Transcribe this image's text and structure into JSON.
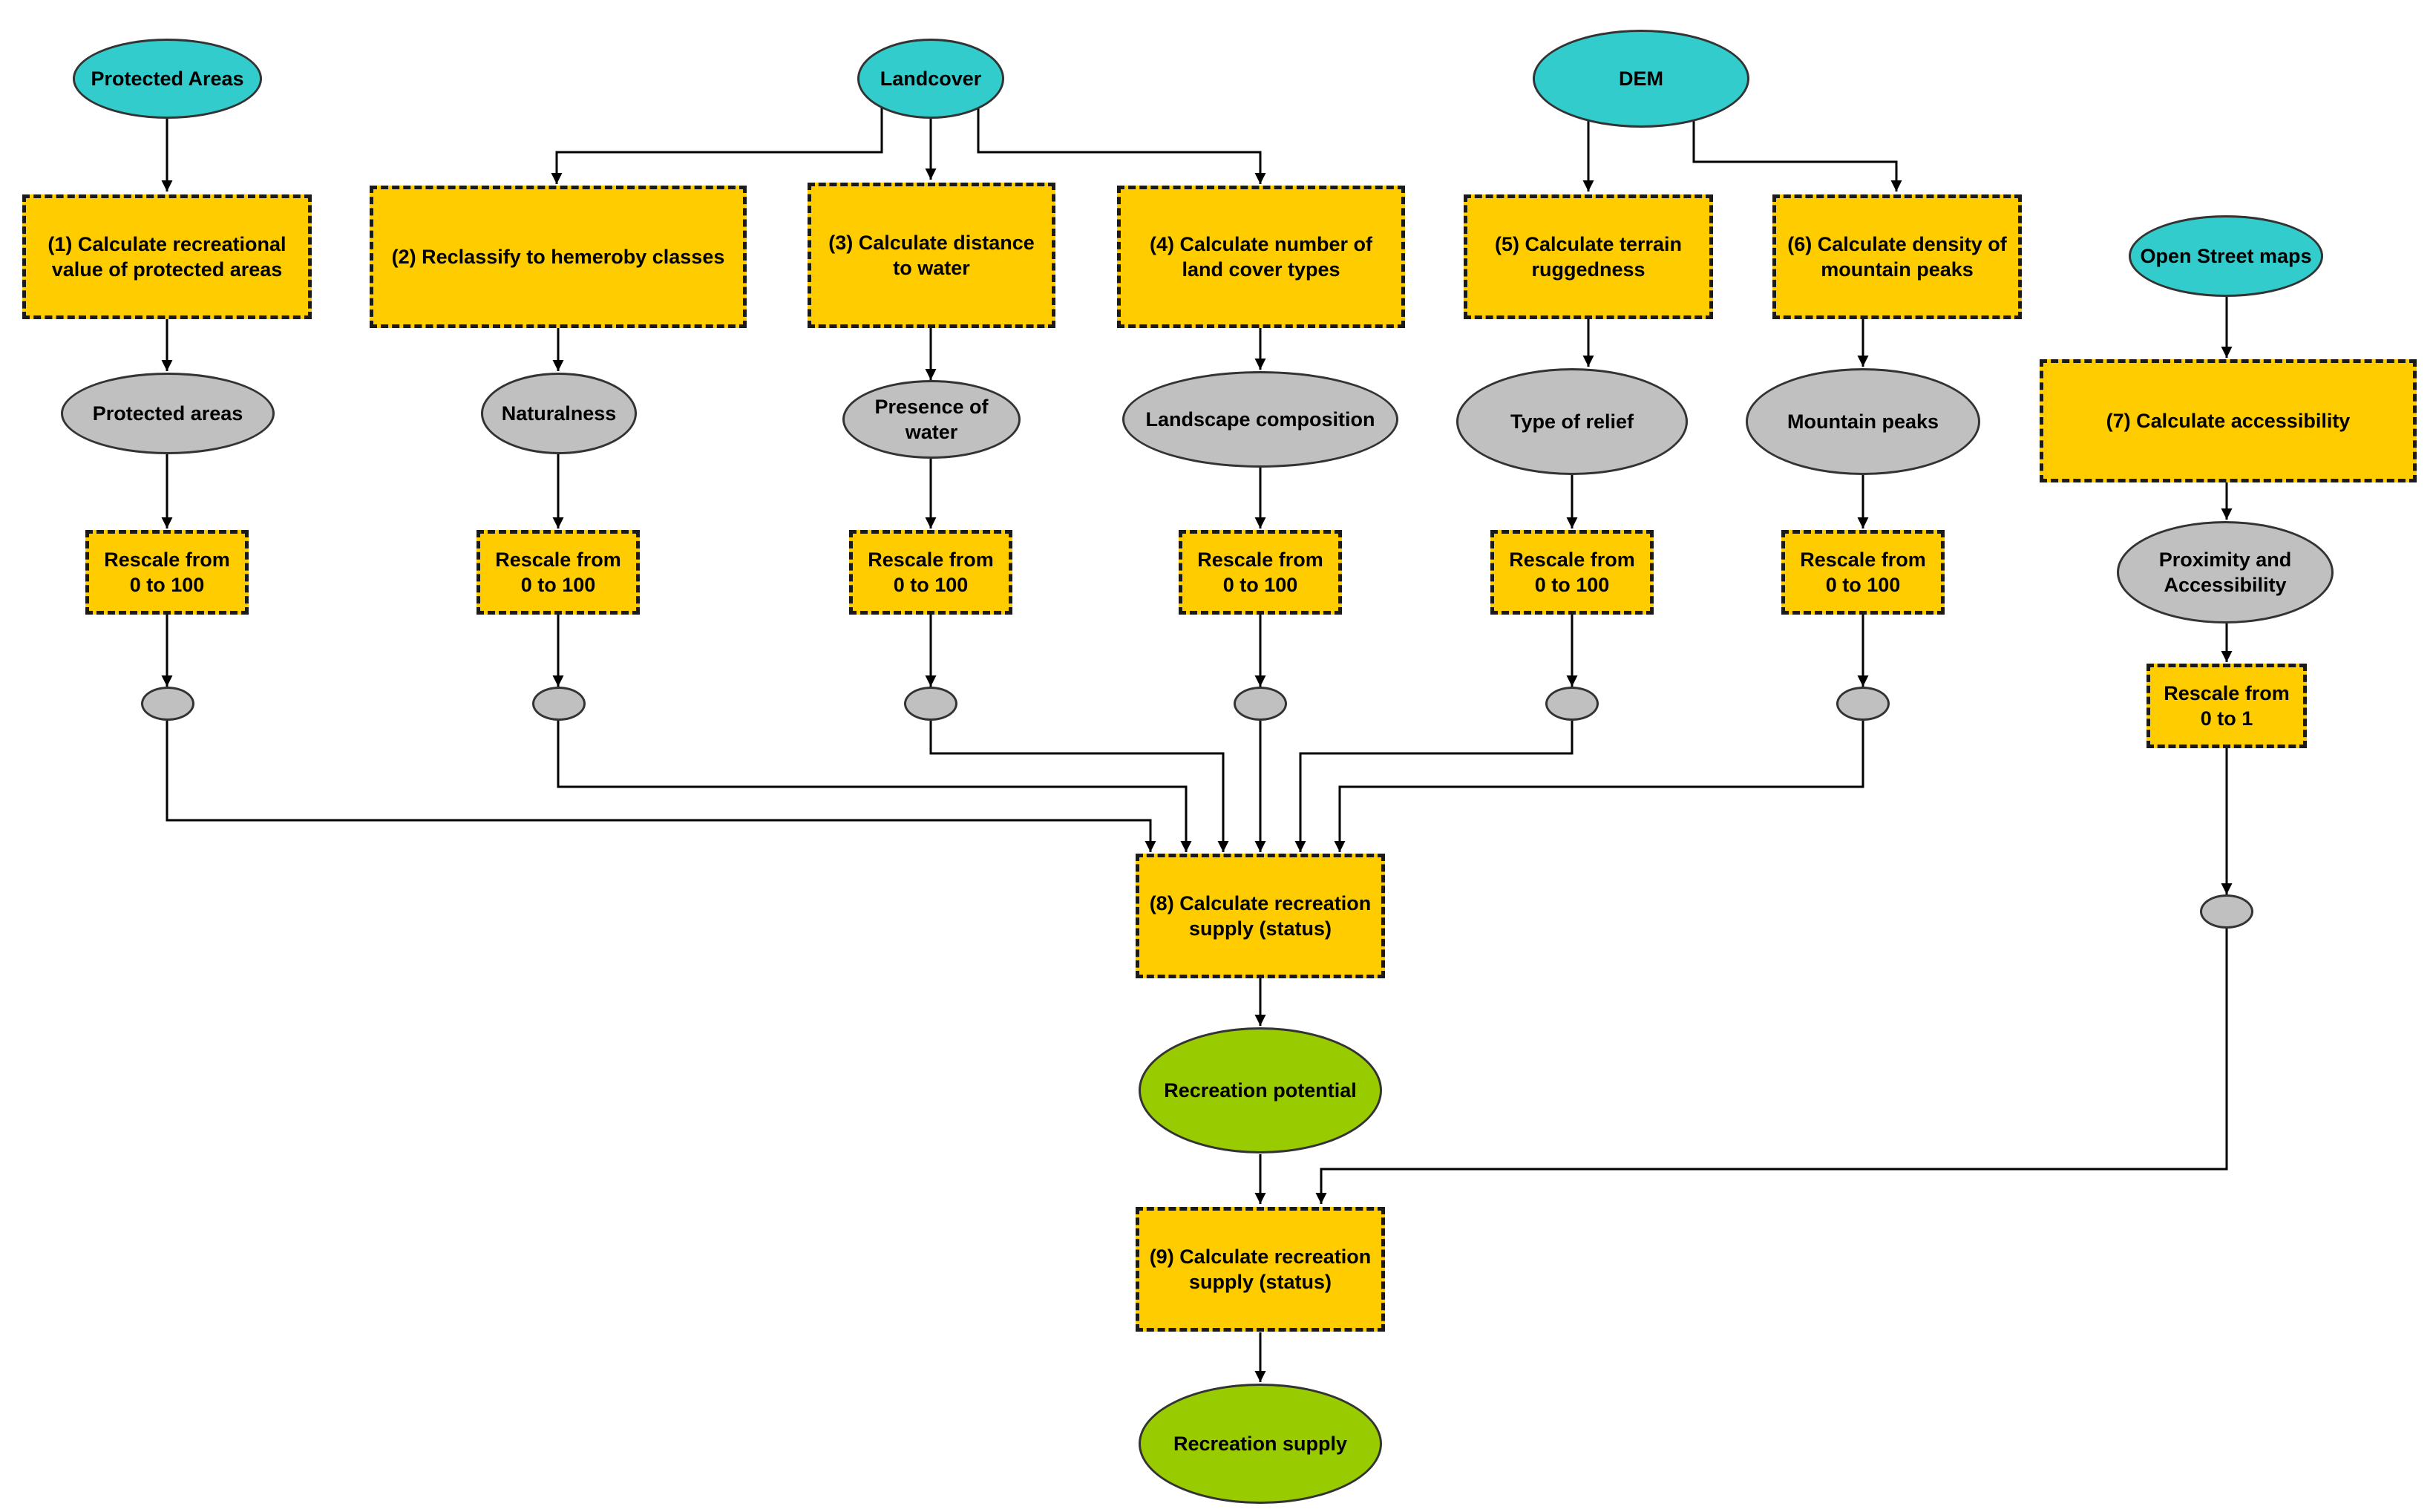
{
  "colors": {
    "input": "#33cccc",
    "process": "#ffcc00",
    "intermediate": "#c0c0c0",
    "output": "#99cc00",
    "line": "#000000"
  },
  "inputs": {
    "protected_areas": "Protected Areas",
    "landcover": "Landcover",
    "dem": "DEM",
    "osm": "Open Street maps"
  },
  "processes": {
    "p1": "(1) Calculate recreational value of protected areas",
    "p2": "(2) Reclassify to hemeroby classes",
    "p3": "(3) Calculate distance to water",
    "p4": "(4) Calculate number of land cover types",
    "p5": "(5) Calculate terrain ruggedness",
    "p6": "(6) Calculate density of mountain peaks",
    "p7": "(7) Calculate accessibility",
    "p8": "(8) Calculate recreation supply (status)",
    "p9": "(9) Calculate recreation supply (status)"
  },
  "intermediates": {
    "protected_areas": "Protected areas",
    "naturalness": "Naturalness",
    "presence_of_water": "Presence of water",
    "landscape_composition": "Landscape composition",
    "type_of_relief": "Type of relief",
    "mountain_peaks": "Mountain peaks",
    "proximity": "Proximity and Accessibility"
  },
  "rescale": {
    "to_100": "Rescale from 0 to 100",
    "to_1": "Rescale from 0 to 1"
  },
  "outputs": {
    "recreation_potential": "Recreation potential",
    "recreation_supply": "Recreation supply"
  }
}
